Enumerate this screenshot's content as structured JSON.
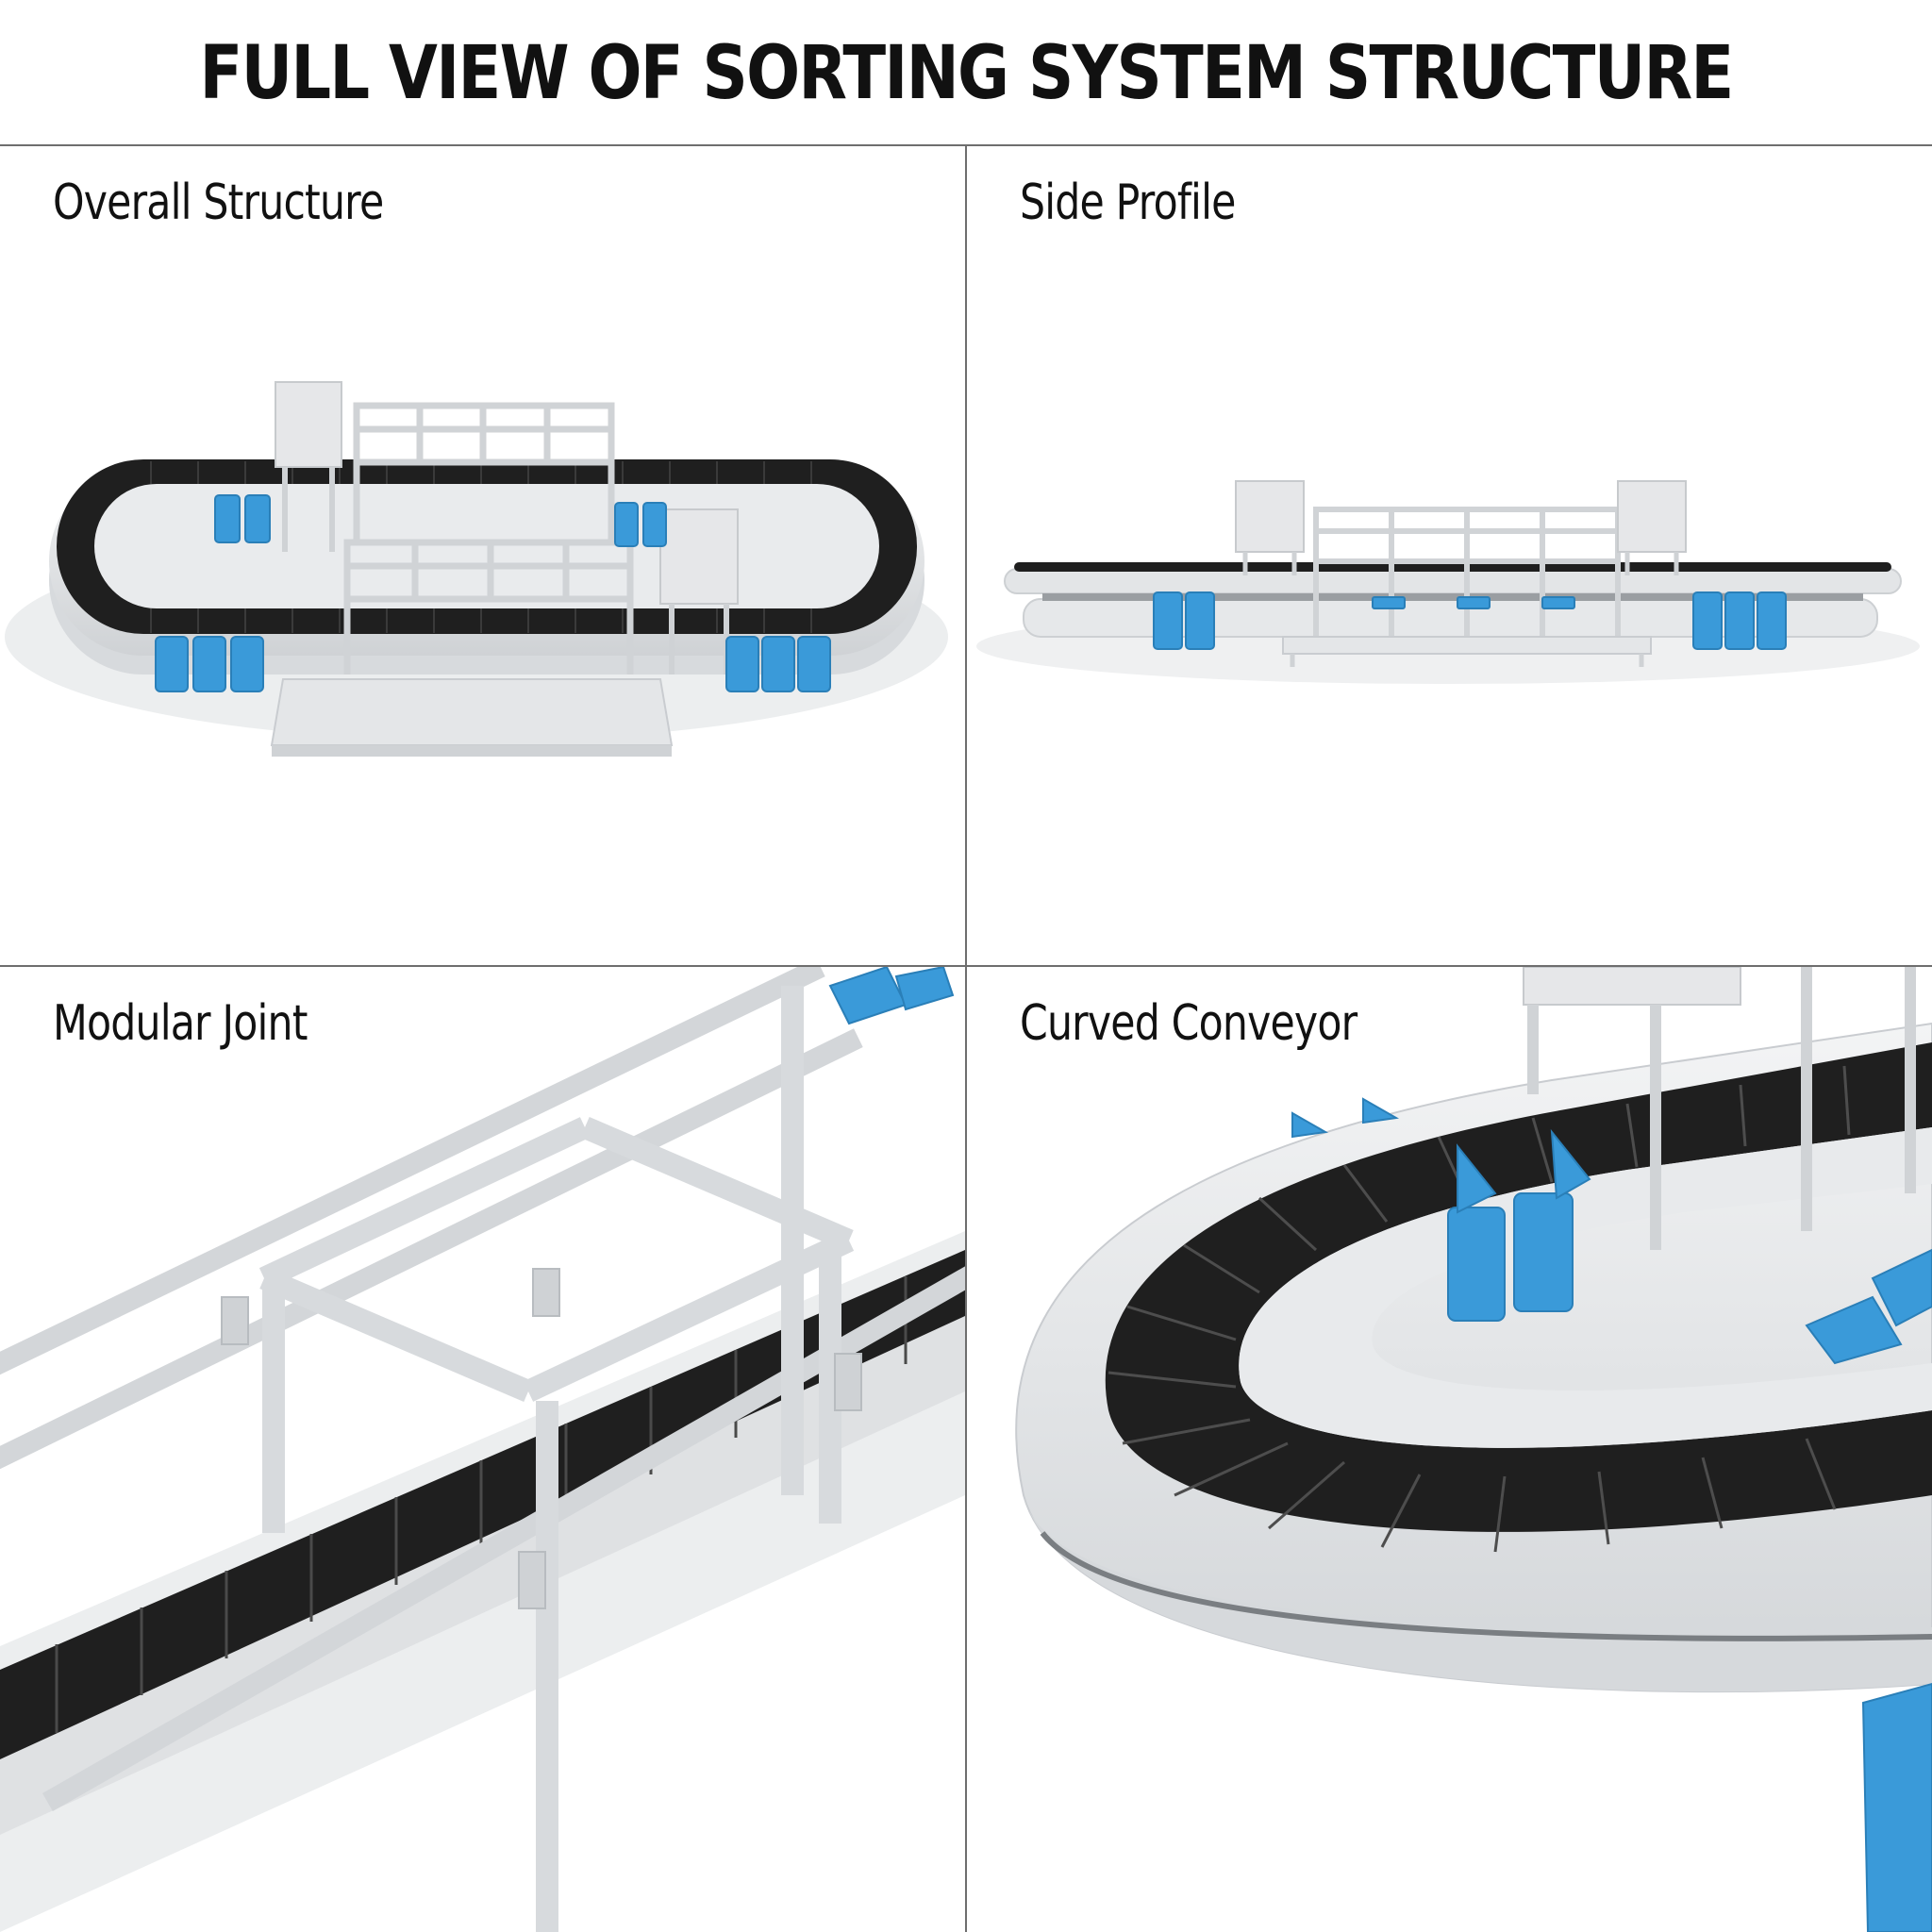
{
  "title": "FULL VIEW OF SORTING SYSTEM STRUCTURE",
  "panels": [
    {
      "label": "Overall Structure"
    },
    {
      "label": "Side Profile"
    },
    {
      "label": "Modular Joint"
    },
    {
      "label": "Curved Conveyor"
    }
  ],
  "colors": {
    "frame": "#e4e6e8",
    "belt": "#1f1f1f",
    "bin": "#3a9ad9",
    "divider": "#6e6e6e"
  }
}
